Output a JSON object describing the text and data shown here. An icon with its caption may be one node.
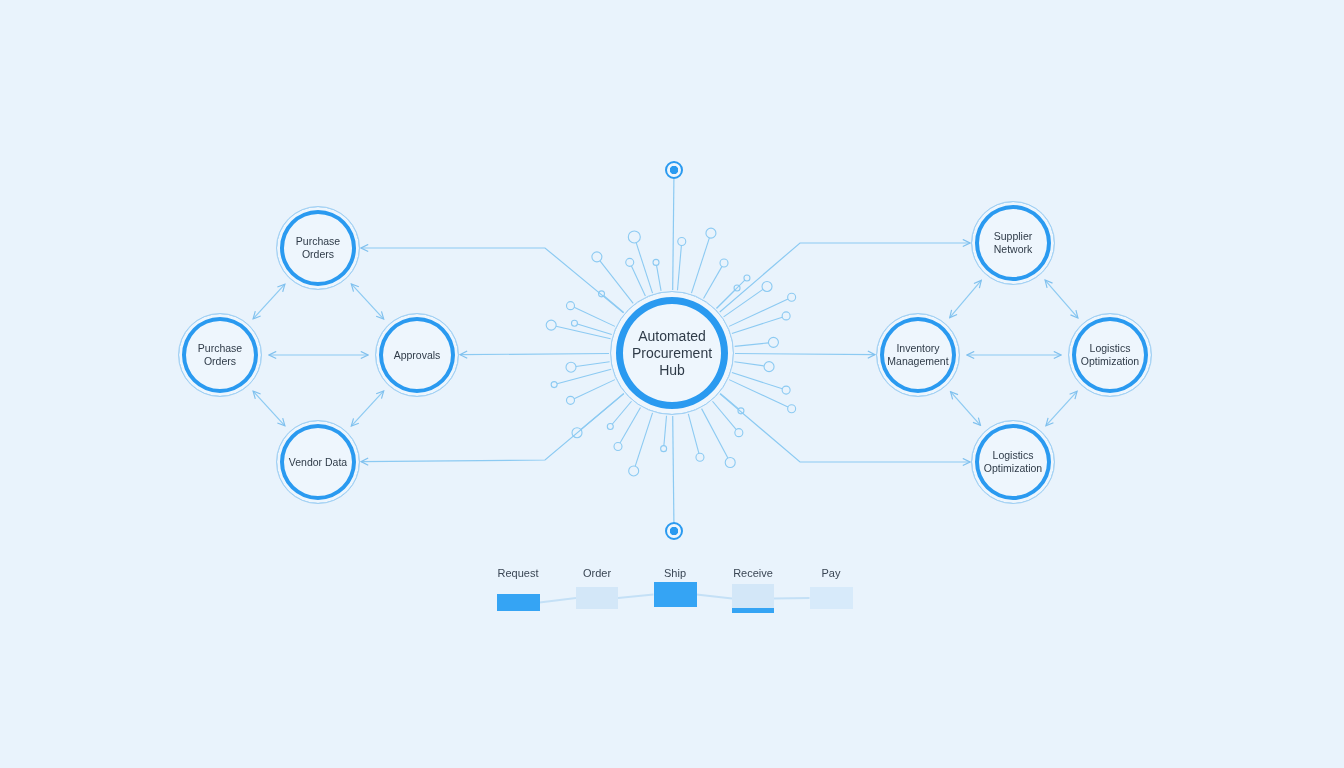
{
  "diagram": {
    "nodes": [
      {
        "text": [
          "Automated Procurement Hub"
        ]
      },
      {
        "text": [
          "Purchase Orders"
        ]
      },
      {
        "text": [
          "Purchase Orders"
        ]
      },
      {
        "text": [
          "Approvals"
        ]
      },
      {
        "text": [
          "Vendor Data"
        ]
      },
      {
        "text": [
          "Supplier Network"
        ]
      },
      {
        "text": [
          "Inventory Management"
        ]
      },
      {
        "text": [
          "Logistics Optimization"
        ]
      },
      {
        "text": [
          "Logistics Optimization"
        ]
      },
      {
        "text": [],
        "shape": "circle"
      },
      {
        "text": [],
        "shape": "circle"
      },
      {
        "text": [
          "Request"
        ]
      },
      {
        "text": [
          "Order"
        ]
      },
      {
        "text": [
          "Ship"
        ]
      },
      {
        "text": [
          "Receive"
        ]
      },
      {
        "text": [
          "Pay"
        ]
      }
    ],
    "edges": [
      {
        "from": 0,
        "to": 1,
        "arrow": "to"
      },
      {
        "from": 0,
        "to": 3,
        "arrow": "to"
      },
      {
        "from": 0,
        "to": 4,
        "arrow": "to"
      },
      {
        "from": 0,
        "to": 5,
        "arrow": "to"
      },
      {
        "from": 0,
        "to": 6,
        "arrow": "to"
      },
      {
        "from": 0,
        "to": 8,
        "arrow": "to"
      },
      {
        "from": 1,
        "to": 2,
        "arrow": "both"
      },
      {
        "from": 1,
        "to": 3,
        "arrow": "both"
      },
      {
        "from": 2,
        "to": 3,
        "arrow": "both"
      },
      {
        "from": 2,
        "to": 4,
        "arrow": "both"
      },
      {
        "from": 3,
        "to": 4,
        "arrow": "both"
      },
      {
        "from": 5,
        "to": 6,
        "arrow": "both"
      },
      {
        "from": 5,
        "to": 7,
        "arrow": "both"
      },
      {
        "from": 6,
        "to": 7,
        "arrow": "both"
      },
      {
        "from": 6,
        "to": 8,
        "arrow": "both"
      },
      {
        "from": 7,
        "to": 8,
        "arrow": "both"
      },
      {
        "from": 9,
        "to": 0,
        "arrow": "none"
      },
      {
        "from": 0,
        "to": 10,
        "arrow": "none"
      },
      {
        "from": 11,
        "to": 12,
        "arrow": "none"
      },
      {
        "from": 12,
        "to": 13,
        "arrow": "none"
      },
      {
        "from": 13,
        "to": 14,
        "arrow": "none"
      },
      {
        "from": 14,
        "to": 15,
        "arrow": "none"
      }
    ]
  }
}
